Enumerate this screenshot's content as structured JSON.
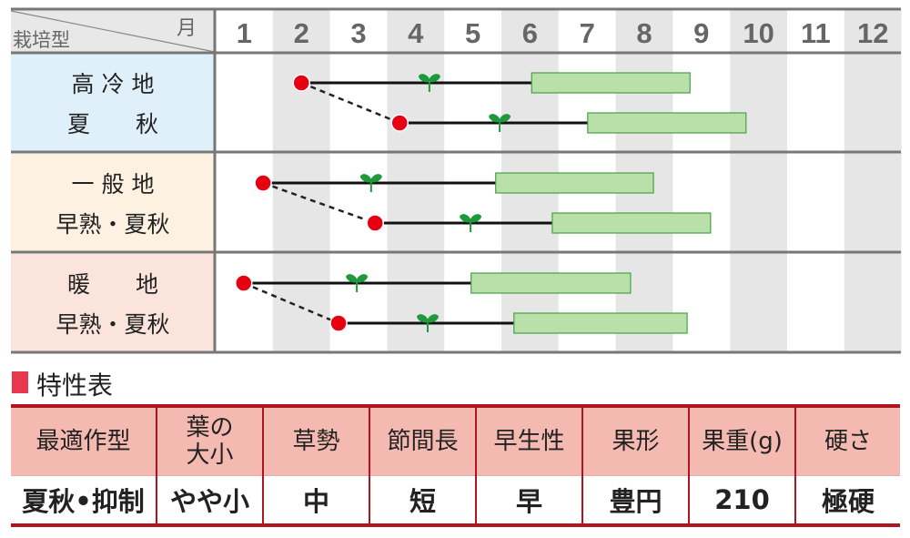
{
  "calendar": {
    "corner_row_label": "栽培型",
    "corner_col_label": "月",
    "months": [
      "1",
      "2",
      "3",
      "4",
      "5",
      "6",
      "7",
      "8",
      "9",
      "10",
      "11",
      "12"
    ],
    "legend_meaning": {
      "dot": "sowing",
      "sprout": "planting",
      "bar": "harvest"
    },
    "colors": {
      "dot": "#e60012",
      "bar_fill": "#b9e0a9",
      "bar_border": "#46a046",
      "sprout": "#1e9a3c"
    },
    "groups": [
      {
        "lines": [
          "高 冷 地",
          "夏　　秋"
        ],
        "bg": "#dff0fa",
        "schedules": [
          {
            "sow": 2.5,
            "plant": 4.74,
            "harvest": [
              6.53,
              9.3
            ]
          },
          {
            "sow": 4.22,
            "plant": 5.97,
            "harvest": [
              7.51,
              10.28
            ]
          }
        ]
      },
      {
        "lines": [
          "一 般 地",
          "早熟・夏秋"
        ],
        "bg": "#fdf2e2",
        "schedules": [
          {
            "sow": 1.83,
            "plant": 3.72,
            "harvest": [
              5.9,
              8.66
            ]
          },
          {
            "sow": 3.79,
            "plant": 5.46,
            "harvest": [
              6.89,
              9.66
            ]
          }
        ]
      },
      {
        "lines": [
          "暖　　地",
          "早熟・夏秋"
        ],
        "bg": "#fbe4dc",
        "schedules": [
          {
            "sow": 1.49,
            "plant": 3.47,
            "harvest": [
              5.47,
              8.26
            ]
          },
          {
            "sow": 3.15,
            "plant": 4.71,
            "harvest": [
              6.22,
              9.25
            ]
          }
        ]
      }
    ]
  },
  "traits": {
    "title": "特性表",
    "headers": [
      "最適作型",
      "葉の\n大小",
      "草勢",
      "節間長",
      "早生性",
      "果形",
      "果重(g)",
      "硬さ"
    ],
    "values": [
      "夏秋•抑制",
      "やや小",
      "中",
      "短",
      "早",
      "豊円",
      "210",
      "極硬"
    ]
  }
}
